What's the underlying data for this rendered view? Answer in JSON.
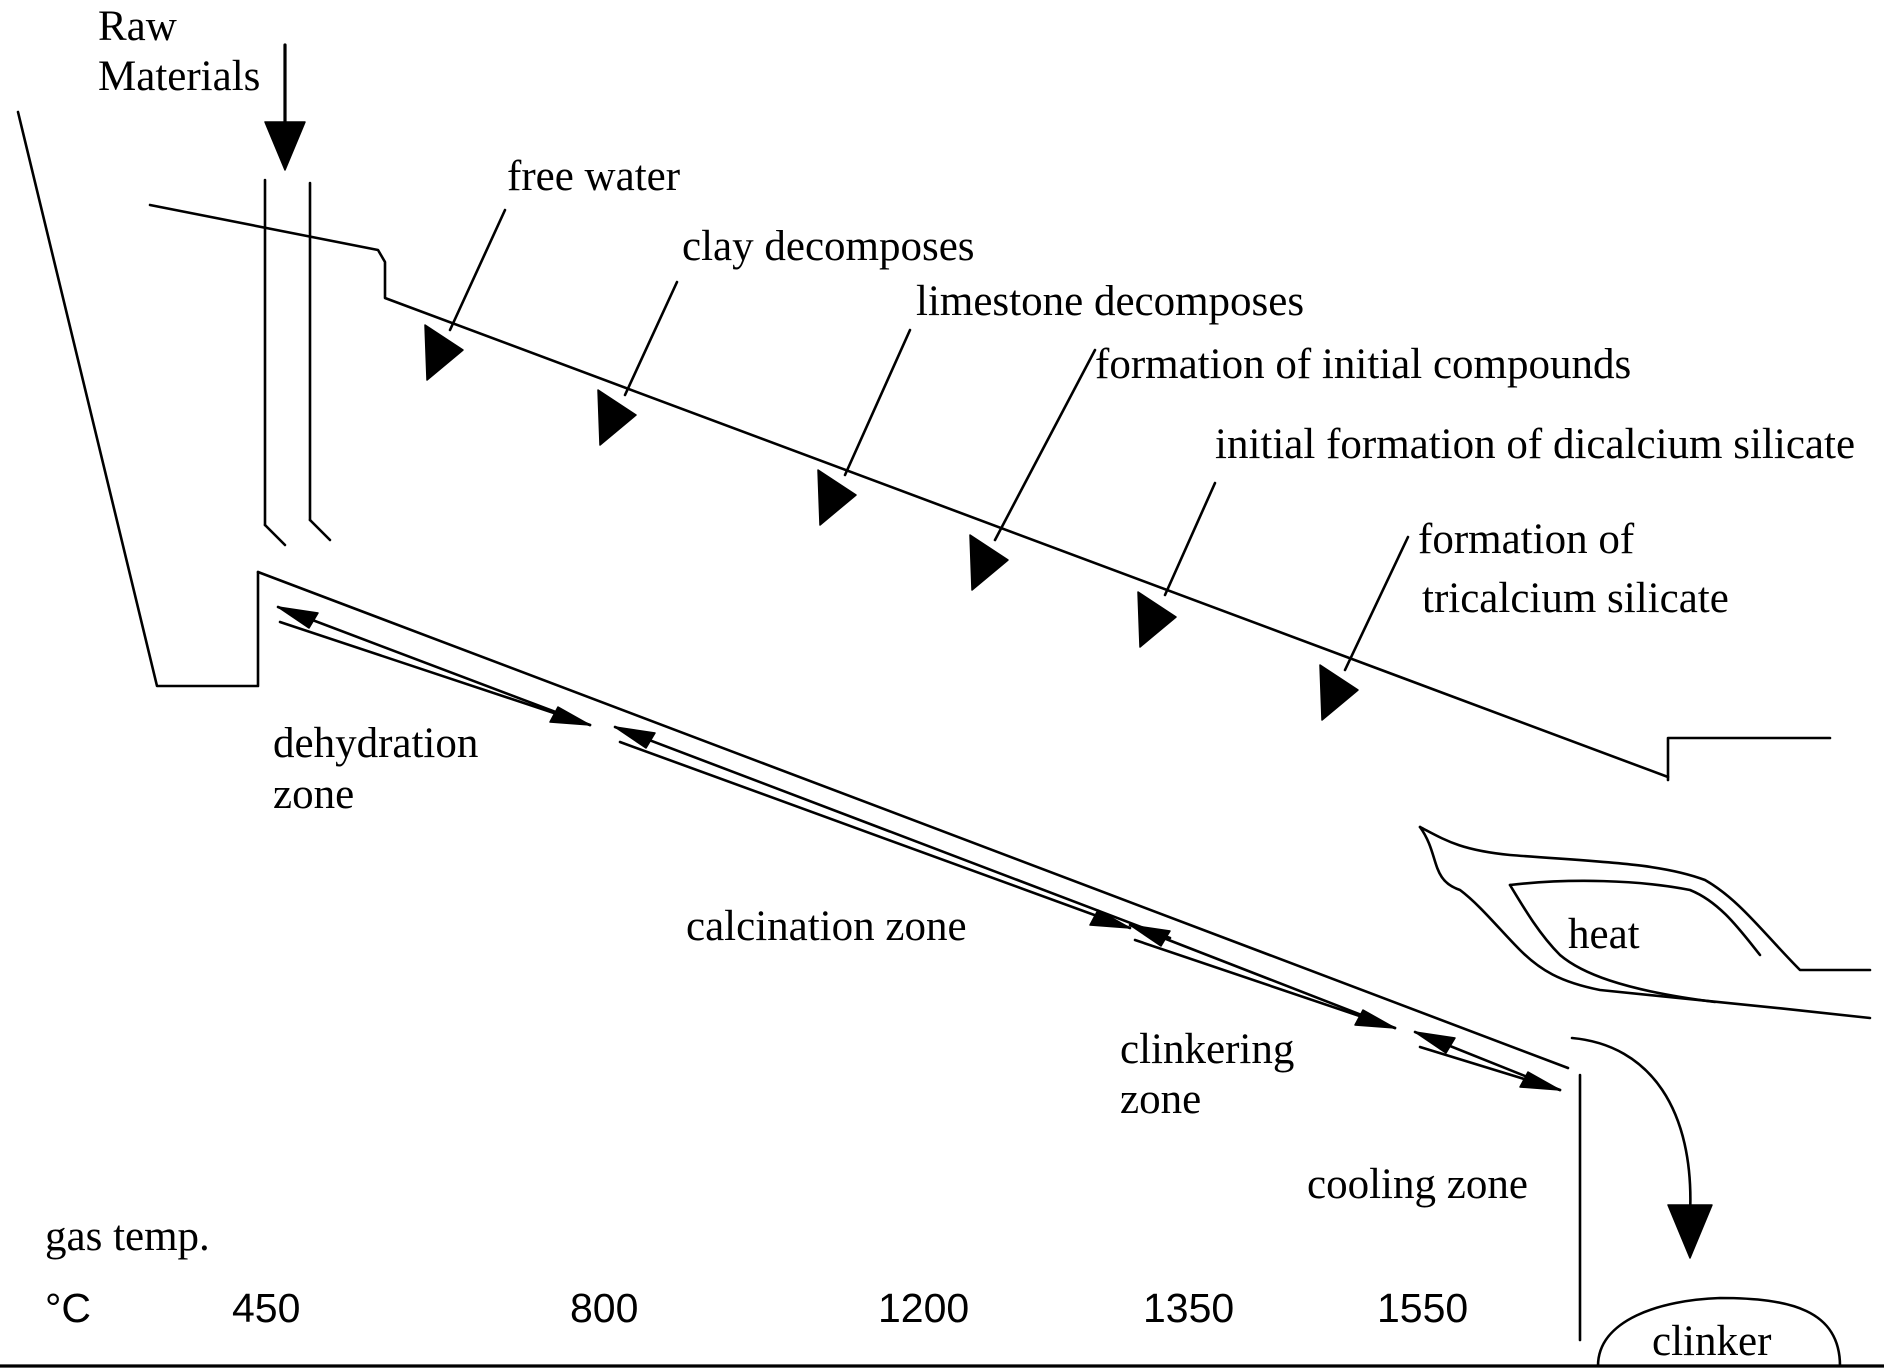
{
  "labels": {
    "raw_materials_line1": "Raw",
    "raw_materials_line2": "Materials",
    "free_water": "free water",
    "clay_decomposes": "clay decomposes",
    "limestone_decomposes": "limestone decomposes",
    "formation_initial_compounds": "formation of initial compounds",
    "initial_formation_dicalcium": "initial formation of dicalcium silicate",
    "formation_tricalcium_line1": "formation of",
    "formation_tricalcium_line2": "tricalcium silicate",
    "dehydration_line1": "dehydration",
    "dehydration_line2": "zone",
    "calcination_zone": "calcination zone",
    "clinkering_line1": "clinkering",
    "clinkering_line2": "zone",
    "cooling_zone": "cooling zone",
    "heat": "heat",
    "clinker": "clinker"
  },
  "temperature_scale": {
    "title": "gas temp.",
    "unit": "°C",
    "values": [
      "450",
      "800",
      "1200",
      "1350",
      "1550"
    ]
  }
}
